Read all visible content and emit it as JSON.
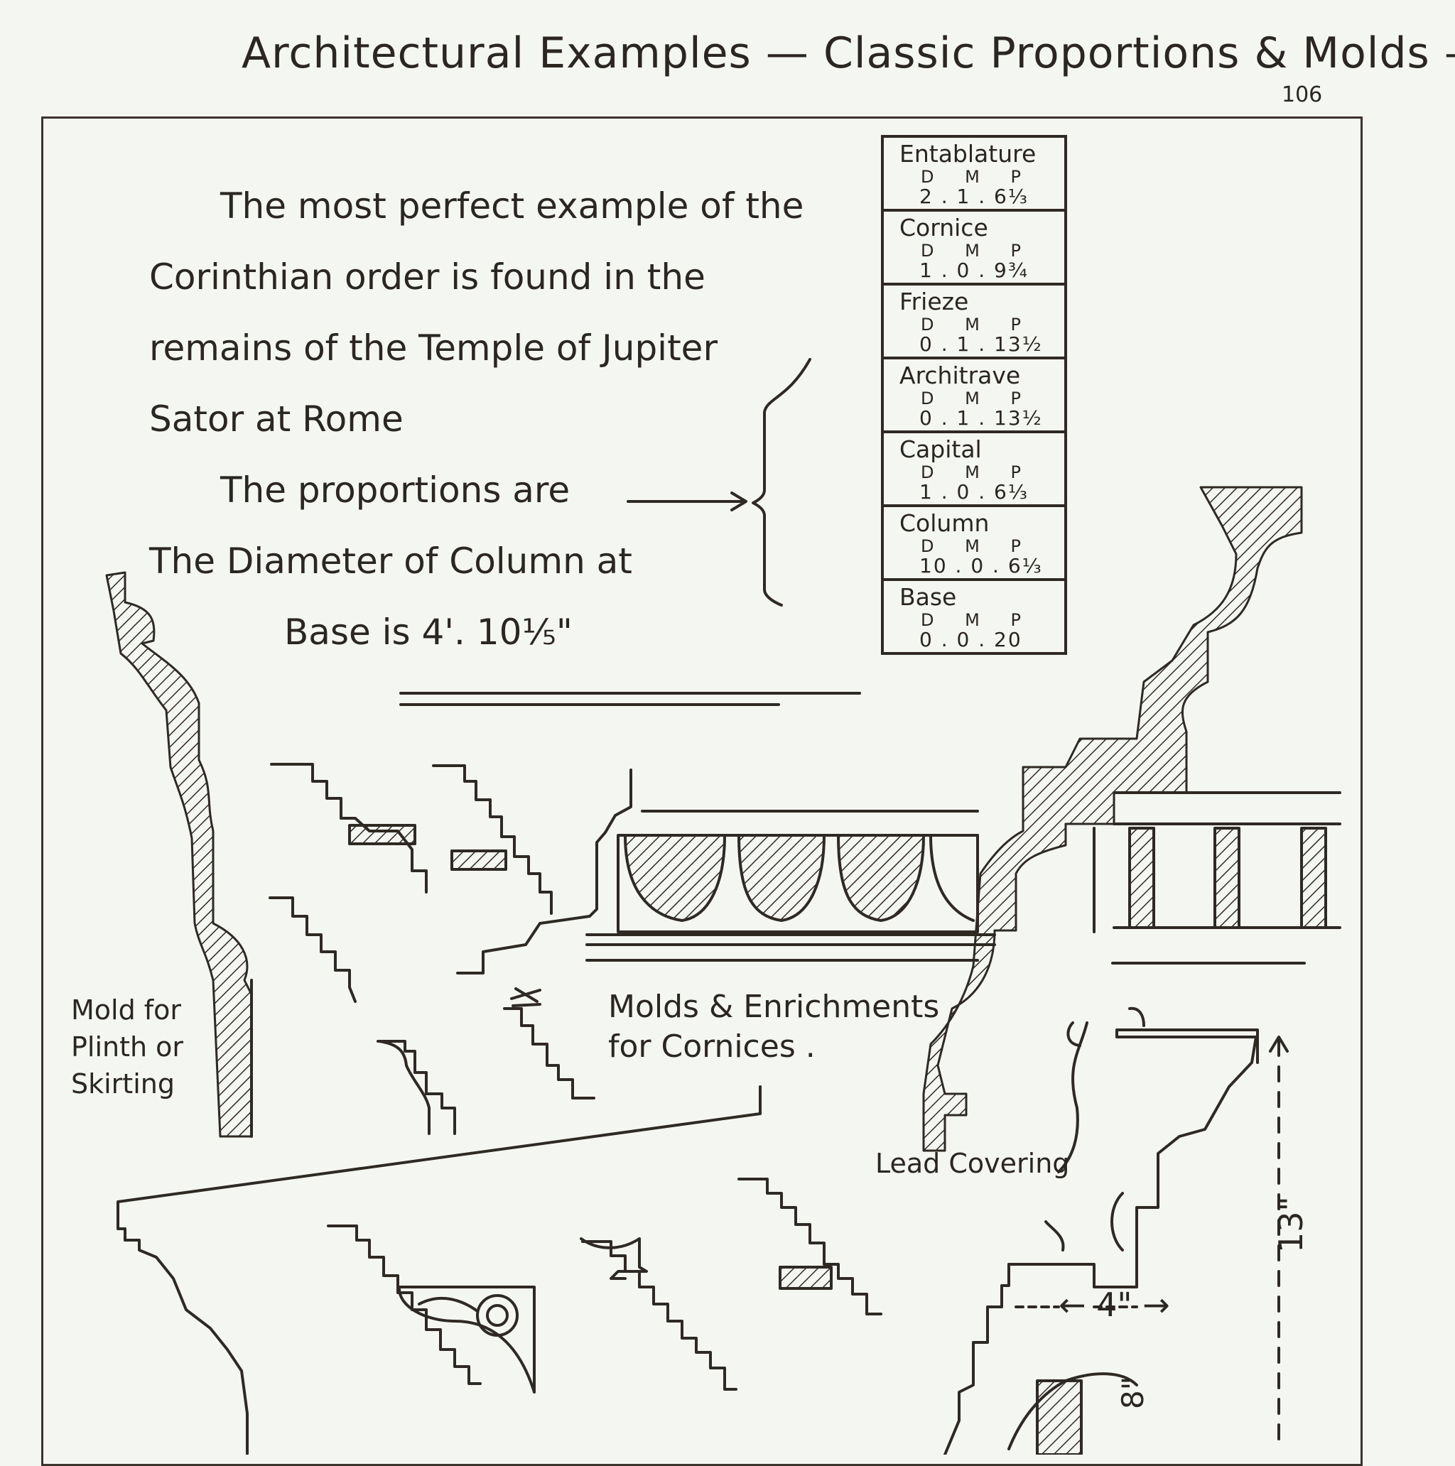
{
  "header": {
    "title": "Architectural Examples — Classic Proportions & Molds —",
    "page_number": "106"
  },
  "intro": {
    "lines": [
      "The most perfect example of the",
      "Corinthian order is found in the",
      "remains of the Temple of Jupiter",
      "Sator at Rome",
      "The proportions are",
      "The Diameter of Column at",
      "Base is 4'. 10⅕\""
    ]
  },
  "proportions": {
    "rows": [
      {
        "name": "Entablature",
        "header": "D M P",
        "value": "2 . 1 . 6⅓"
      },
      {
        "name": "Cornice",
        "header": "D M P",
        "value": "1 . 0 . 9¾"
      },
      {
        "name": "Frieze",
        "header": "D M P",
        "value": "0 . 1 . 13½"
      },
      {
        "name": "Architrave",
        "header": "D M P",
        "value": "0 . 1 . 13½"
      },
      {
        "name": "Capital",
        "header": "D M P",
        "value": "1 . 0 . 6⅓"
      },
      {
        "name": "Column",
        "header": "D M P",
        "value": "10 . 0 . 6⅓"
      },
      {
        "name": "Base",
        "header": "D M P",
        "value": "0 . 0 . 20"
      }
    ]
  },
  "labels": {
    "plinth": [
      "Mold for",
      "Plinth or",
      "Skirting"
    ],
    "cornices": [
      "Molds & Enrichments",
      "for Cornices ."
    ],
    "lead": "Lead Covering"
  },
  "dimensions": {
    "width_4": "← 4\" →",
    "height_13": "13\"",
    "depth_8": "8\""
  },
  "colors": {
    "ink": "#2b2622",
    "paper": "#f4f6f2"
  }
}
